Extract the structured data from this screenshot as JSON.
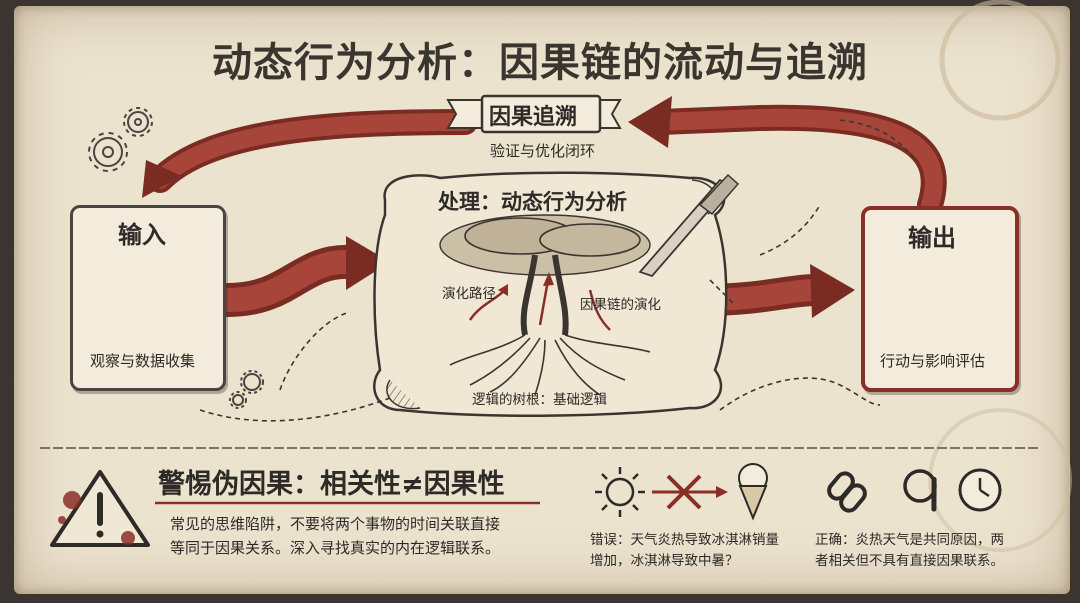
{
  "title": "动态行为分析：因果链的流动与追溯",
  "banner": {
    "label": "因果追溯",
    "subtitle": "验证与优化闭环"
  },
  "input": {
    "heading": "输入",
    "caption": "观察与数据收集",
    "icon": "compass-rose-icon"
  },
  "process": {
    "heading": "处理：动态行为分析",
    "evolution_path": "演化路径",
    "causal_evolution": "因果链的演化",
    "roots_caption": "逻辑的树根：基础逻辑",
    "icon": "tree-icon"
  },
  "output": {
    "heading": "输出",
    "caption": "行动与影响评估",
    "icon": "magnifier-icon"
  },
  "warning": {
    "title": "警惕伪因果：相关性≠因果性",
    "body_line1": "常见的思维陷阱，不要将两个事物的时间关联直接",
    "body_line2": "等同于因果关系。深入寻找真实的内在逻辑联系。",
    "icon": "warning-triangle-icon"
  },
  "example_wrong": {
    "line1": "错误：天气炎热导致冰淇淋销量",
    "line2": "增加，冰淇淋导致中暑？",
    "icons": [
      "sun-icon",
      "cross-arrow-icon",
      "ice-cream-icon"
    ]
  },
  "example_right": {
    "line1": "正确：炎热天气是共同原因，两",
    "line2": "者相关但不具有直接因果联系。",
    "icons": [
      "chain-link-icon",
      "magnifier-icon",
      "clock-icon"
    ]
  },
  "colors": {
    "paper": "#ece3cf",
    "ink": "#2d2a27",
    "accent_red": "#8a2f28",
    "arrow_red": "#9b3a2e"
  }
}
